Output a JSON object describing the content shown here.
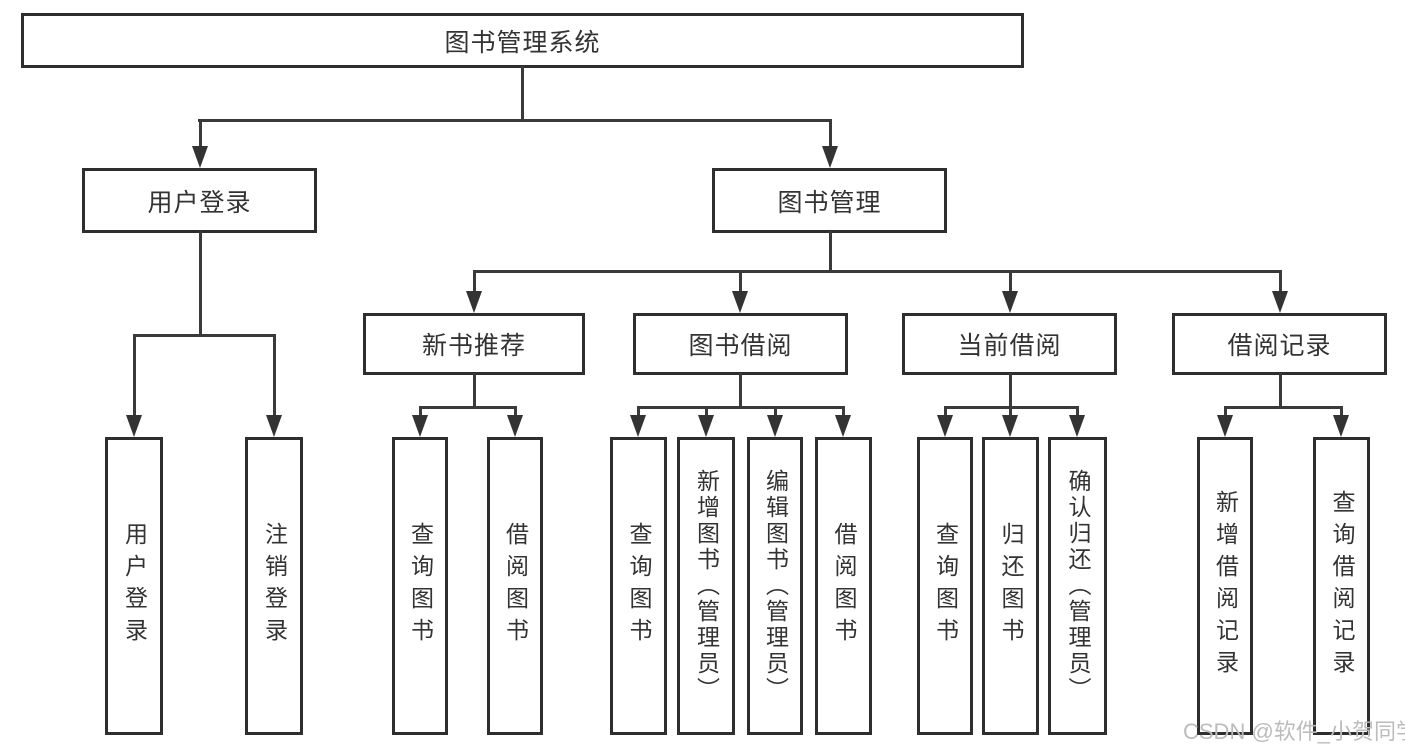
{
  "diagram": {
    "tree": {
      "root": {
        "label": "图书管理系统"
      },
      "branches": [
        {
          "label": "用户登录",
          "children": [
            {
              "label": "用户登录"
            },
            {
              "label": "注销登录"
            }
          ]
        },
        {
          "label": "图书管理",
          "groups": [
            {
              "label": "新书推荐",
              "children": [
                {
                  "label": "查询图书"
                },
                {
                  "label": "借阅图书"
                }
              ]
            },
            {
              "label": "图书借阅",
              "children": [
                {
                  "label": "查询图书"
                },
                {
                  "label": "新增图书（管理员）"
                },
                {
                  "label": "编辑图书（管理员）"
                },
                {
                  "label": "借阅图书"
                }
              ]
            },
            {
              "label": "当前借阅",
              "children": [
                {
                  "label": "查询图书"
                },
                {
                  "label": "归还图书"
                },
                {
                  "label": "确认归还（管理员）"
                }
              ]
            },
            {
              "label": "借阅记录",
              "children": [
                {
                  "label": "新增借阅记录"
                },
                {
                  "label": "查询借阅记录"
                }
              ]
            }
          ]
        }
      ]
    }
  },
  "watermark": {
    "text": "CSDN @软件_小贺同学",
    "color": "#bcbcbc"
  },
  "colors": {
    "border": "#2e2e2e",
    "line": "#3a3a3a",
    "text": "#333333",
    "background": "#ffffff"
  }
}
